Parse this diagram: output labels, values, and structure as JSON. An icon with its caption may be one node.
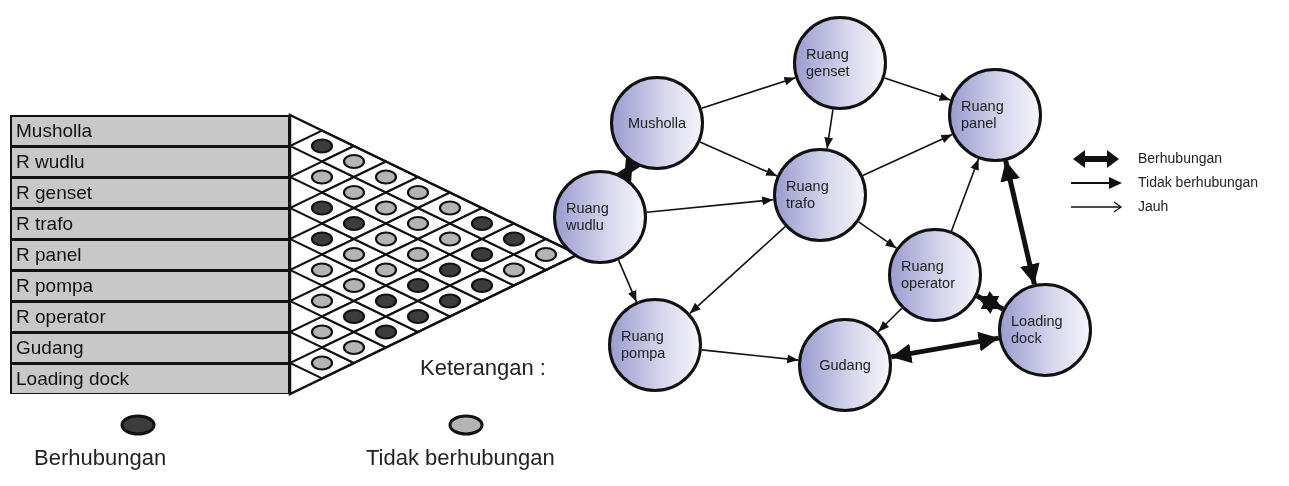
{
  "diagram": {
    "nodes": [
      {
        "text": [
          "Musholla"
        ]
      },
      {
        "text": [
          "Ruang genset"
        ]
      },
      {
        "text": [
          "Ruang panel"
        ]
      },
      {
        "text": [
          "Ruang wudlu"
        ]
      },
      {
        "text": [
          "Ruang trafo"
        ]
      },
      {
        "text": [
          "Ruang operator"
        ]
      },
      {
        "text": [
          "Ruang pompa"
        ]
      },
      {
        "text": [
          "Gudang"
        ]
      },
      {
        "text": [
          "Loading dock"
        ]
      }
    ],
    "edges": [
      {
        "from": 0,
        "to": 1,
        "arrow": "to"
      },
      {
        "from": 1,
        "to": 2,
        "arrow": "to"
      },
      {
        "from": 0,
        "to": 3,
        "arrow": "both",
        "style": "thick"
      },
      {
        "from": 0,
        "to": 4,
        "arrow": "to"
      },
      {
        "from": 1,
        "to": 4,
        "arrow": "to"
      },
      {
        "from": 4,
        "to": 2,
        "arrow": "to"
      },
      {
        "from": 3,
        "to": 4,
        "arrow": "to"
      },
      {
        "from": 5,
        "to": 2,
        "arrow": "to"
      },
      {
        "from": 2,
        "to": 8,
        "arrow": "both",
        "style": "thick"
      },
      {
        "from": 4,
        "to": 5,
        "arrow": "to"
      },
      {
        "from": 3,
        "to": 6,
        "arrow": "to"
      },
      {
        "from": 4,
        "to": 6,
        "arrow": "to"
      },
      {
        "from": 5,
        "to": 8,
        "arrow": "both",
        "style": "thick"
      },
      {
        "from": 5,
        "to": 7,
        "arrow": "to"
      },
      {
        "from": 6,
        "to": 7,
        "arrow": "to"
      },
      {
        "from": 7,
        "to": 8,
        "arrow": "both",
        "style": "thick"
      }
    ],
    "labels": [
      "Musholla",
      "R wudlu",
      "R genset",
      "R trafo",
      "R panel",
      "R pompa",
      "R operator",
      "Gudang",
      "Loading dock",
      "Keterangan :"
    ],
    "legend": [
      {
        "text": "Berhubungan"
      },
      {
        "text": "Tidak berhubungan"
      },
      {
        "text": "Jauh"
      },
      {
        "text": "Berhubungan",
        "color": "#3c3c3c"
      },
      {
        "text": "Tidak berhubungan",
        "color": "#b4b4b4"
      }
    ]
  }
}
